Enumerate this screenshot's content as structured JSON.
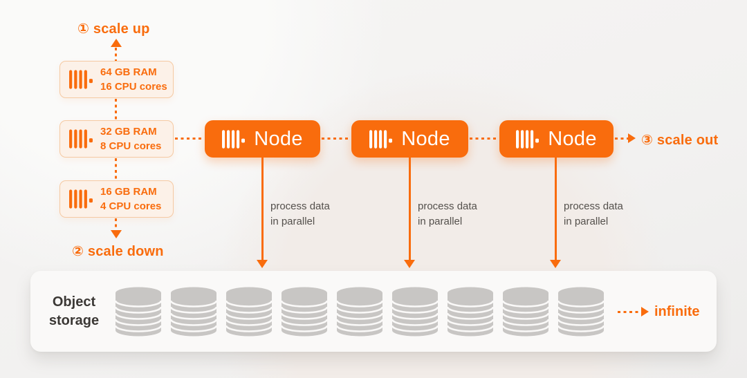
{
  "colors": {
    "orange": "#F96C0D",
    "orange_light_bg": "#FCF1E8",
    "orange_border": "#F5C9A2",
    "text_gray": "#54504C",
    "text_dark": "#3B3835",
    "cylinder_gray": "#C8C6C4",
    "storage_bg": "#FAF9F8",
    "blob": "#F2ECE8"
  },
  "legend": {
    "scale_up": "① scale up",
    "scale_down": "② scale down",
    "scale_out": "③ scale out",
    "infinite": "infinite"
  },
  "spec_boxes": [
    {
      "ram": "64 GB RAM",
      "cpu": "16 CPU cores"
    },
    {
      "ram": "32 GB RAM",
      "cpu": "8 CPU cores"
    },
    {
      "ram": "16 GB RAM",
      "cpu": "4 CPU cores"
    }
  ],
  "nodes": [
    {
      "label": "Node"
    },
    {
      "label": "Node"
    },
    {
      "label": "Node"
    }
  ],
  "process_label": {
    "line1": "process data",
    "line2": "in parallel"
  },
  "storage": {
    "title_line1": "Object",
    "title_line2": "storage",
    "cylinder_count": 9
  },
  "icons": {
    "server": "server-bars-icon",
    "database": "database-cylinder-icon"
  }
}
